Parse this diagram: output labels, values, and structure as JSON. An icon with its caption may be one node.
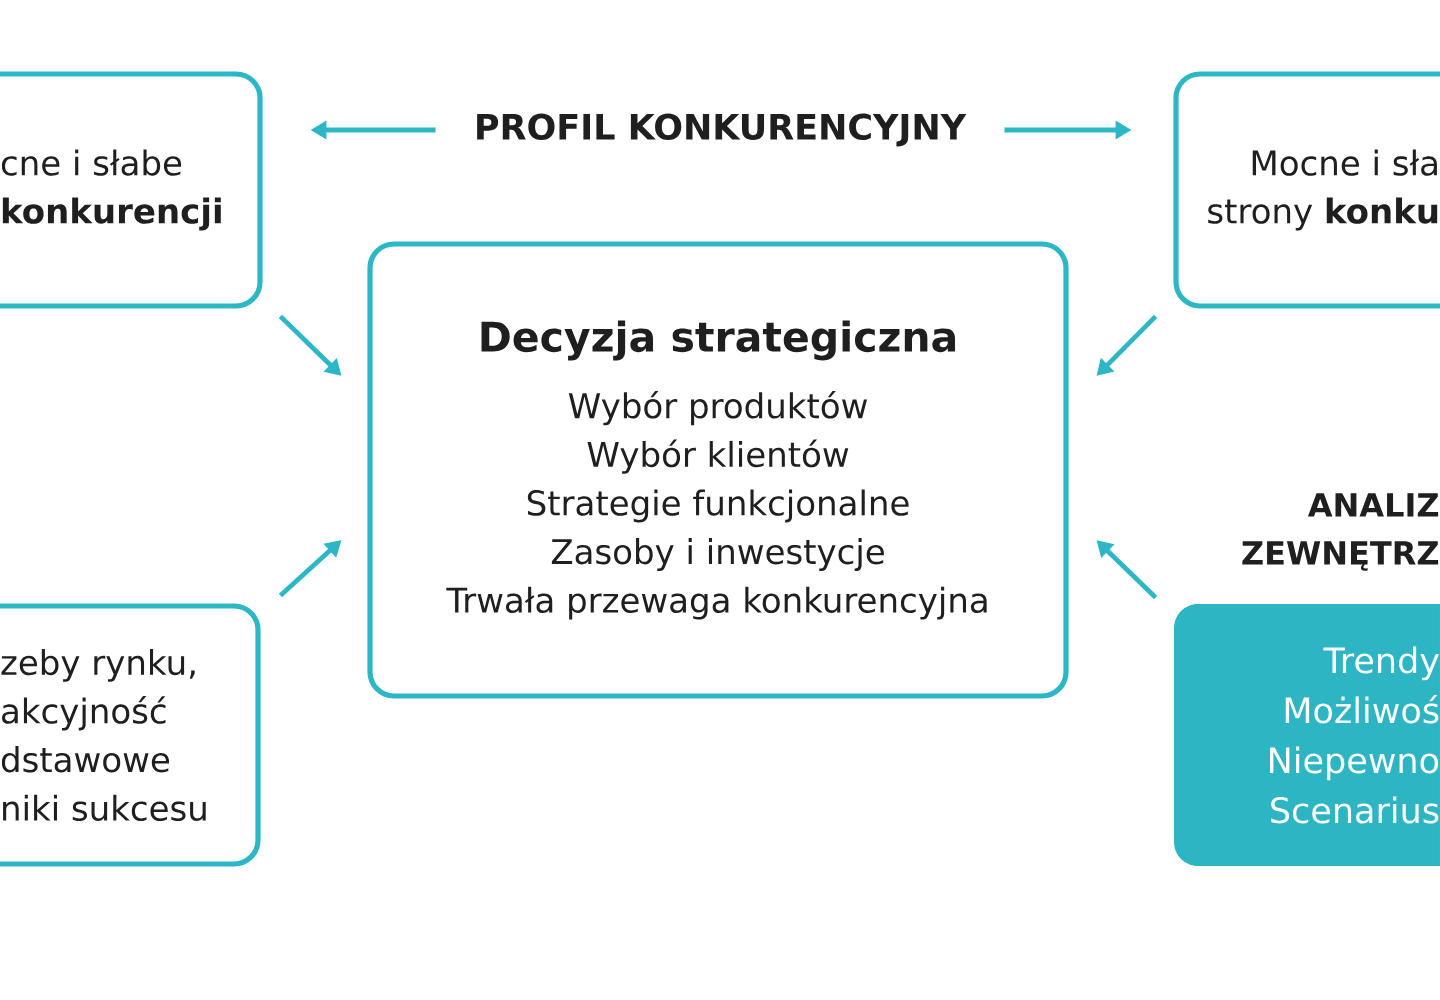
{
  "diagram": {
    "nodes": [
      {
        "text": [
          "cne i słabe **konkurencji**"
        ]
      },
      {
        "text": [
          "PROFIL KONKURENCYJNY"
        ]
      },
      {
        "text": [
          "Mocne i sła strony **konku**"
        ]
      },
      {
        "text": [
          "Decyzja strategiczna",
          "Wybór produktów",
          "Wybór klientów",
          "Strategie funkcjonalne",
          "Zasoby i inwestycje",
          "Trwała przewaga konkurencyjna"
        ]
      },
      {
        "text": [
          "zeby rynku,",
          "akcyjność",
          "dstawowe niki sukcesu"
        ]
      },
      {
        "text": [
          "ANALIZ ZEWNĘTRZ",
          "Trendy",
          "Możliwoś",
          "Niepewno",
          "Scenarius"
        ]
      }
    ],
    "edges": [
      {
        "from": 1,
        "to": 0,
        "arrow": "to"
      },
      {
        "from": 1,
        "to": 2,
        "arrow": "to"
      },
      {
        "from": 0,
        "to": 3,
        "arrow": "to"
      },
      {
        "from": 2,
        "to": 3,
        "arrow": "to"
      },
      {
        "from": 4,
        "to": 3,
        "arrow": "to"
      },
      {
        "from": 5,
        "to": 3,
        "arrow": "to"
      }
    ]
  }
}
